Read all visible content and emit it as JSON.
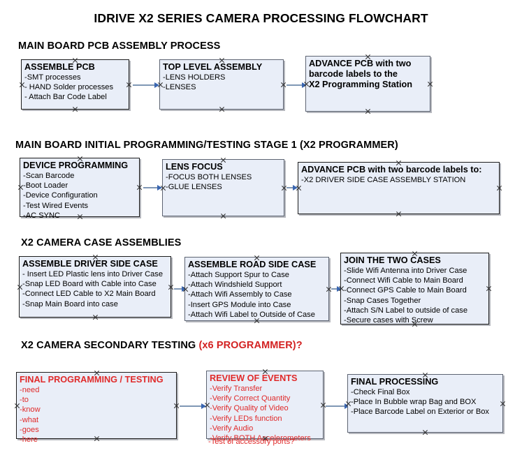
{
  "document": {
    "title": "IDRIVE X2  SERIES CAMERA PROCESSING FLOWCHART"
  },
  "colors": {
    "box_fill": "#e9eef8",
    "box_border": "#1c1c1c",
    "connector": "#7f97b5",
    "arrow_head": "#3a66b0",
    "red_text": "#e02a2a",
    "heading_text": "#000000"
  },
  "sections": [
    {
      "heading": "MAIN BOARD PCB ASSEMBLY PROCESS",
      "heading_suffix": "",
      "boxes": [
        {
          "header": "ASSEMBLE PCB",
          "lines": [
            "-SMT processes",
            "- HAND Solder processes",
            "- Attach Bar Code Label"
          ]
        },
        {
          "header": "TOP LEVEL ASSEMBLY",
          "lines": [
            "-LENS HOLDERS",
            "-LENSES"
          ]
        },
        {
          "header": "ADVANCE PCB with two",
          "lines": [
            "barcode labels to the",
            " X2 Programming Station"
          ]
        }
      ]
    },
    {
      "heading": "MAIN BOARD INITIAL PROGRAMMING/TESTING STAGE 1 (X2 PROGRAMMER)",
      "heading_suffix": "",
      "boxes": [
        {
          "header": "DEVICE PROGRAMMING",
          "lines": [
            "-Scan Barcode",
            "-Boot Loader",
            "-Device Configuration",
            "-Test Wired Events",
            "-AC SYNC"
          ]
        },
        {
          "header": "LENS FOCUS",
          "lines": [
            "-FOCUS BOTH LENSES",
            "-GLUE LENSES"
          ]
        },
        {
          "header": "ADVANCE PCB with two barcode labels to:",
          "lines": [
            "-X2 DRIVER  SIDE  CASE  ASSEMBLY STATION"
          ]
        }
      ]
    },
    {
      "heading": "X2 CAMERA CASE ASSEMBLIES",
      "heading_suffix": "",
      "boxes": [
        {
          "header": "ASSEMBLE DRIVER SIDE CASE",
          "lines": [
            "- Insert LED Plastic lens into Driver Case",
            "-Snap LED Board with Cable into Case",
            "-Connect LED Cable to X2 Main Board",
            "-Snap Main Board into case"
          ]
        },
        {
          "header": "ASSEMBLE ROAD SIDE CASE",
          "lines": [
            "-Attach Support Spur to Case",
            "-Attach Windshield Support",
            "-Attach Wifi Assembly to Case",
            "-Insert GPS Module into Case",
            "-Attach Wifi Label to Outside of Case"
          ]
        },
        {
          "header": "JOIN THE TWO CASES",
          "lines": [
            "-Slide Wifi Antenna into Driver Case",
            "-Connect Wifi Cable to Main Board",
            "-Connect GPS Cable to Main Board",
            "-Snap Cases Together",
            "-Attach S/N Label to outside of case",
            "-Secure cases with Screw"
          ]
        }
      ]
    },
    {
      "heading": "X2 CAMERA SECONDARY TESTING ",
      "heading_suffix": "(x6 PROGRAMMER)?",
      "boxes": [
        {
          "header": "FINAL PROGRAMMING / TESTING",
          "lines": [
            "-need",
            "-to",
            "-know",
            "-what",
            "-goes",
            "-here"
          ]
        },
        {
          "header": "REVIEW OF EVENTS",
          "lines": [
            "-Verify Transfer",
            "-Verify Correct Quantity",
            "-Verify Quality of Video",
            "-Verify LEDs function",
            "-Verify Audio",
            "-Verify BOTH Accelerometers"
          ],
          "overflow_line": "-Test of accessory ports?"
        },
        {
          "header": "FINAL PROCESSING",
          "lines": [
            " -Check Final Box",
            "-Place In Bubble wrap Bag and BOX",
            "-Place Barcode Label on Exterior or Box"
          ]
        }
      ]
    }
  ]
}
